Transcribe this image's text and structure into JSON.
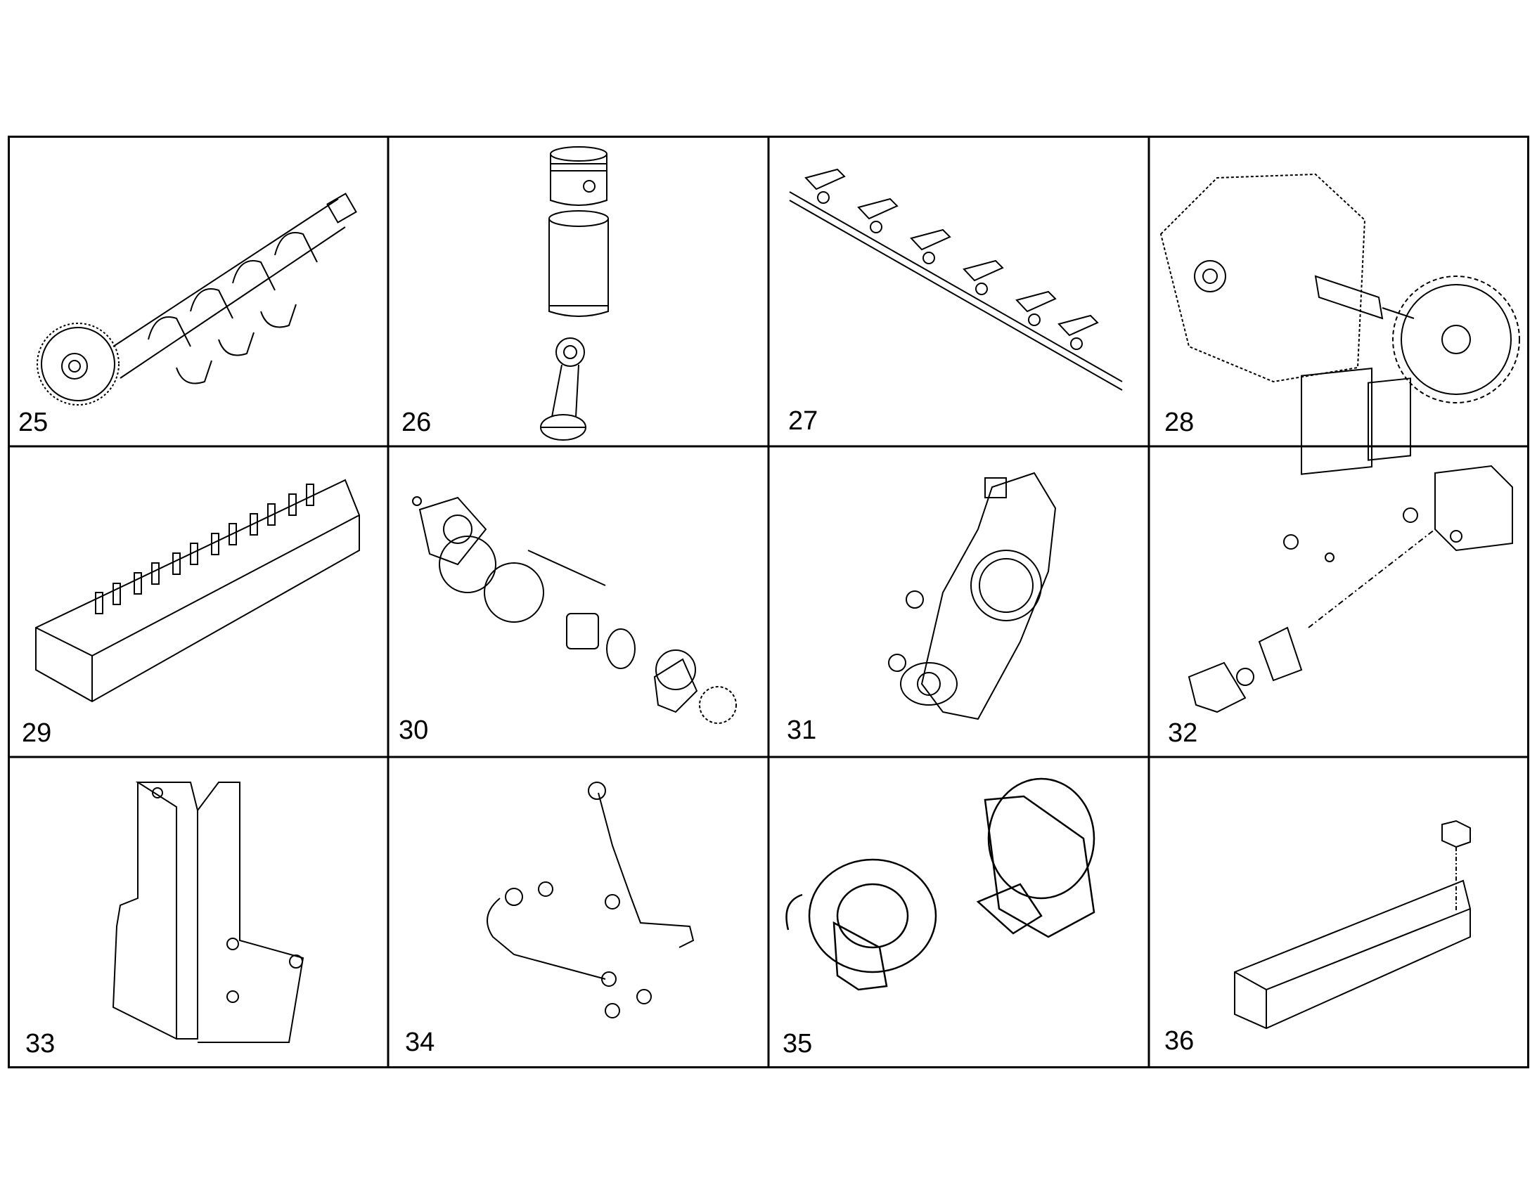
{
  "catalog": {
    "line_color": "#000000",
    "background": "#ffffff",
    "cells": [
      {
        "number": "25",
        "icon": "crankshaft-icon"
      },
      {
        "number": "26",
        "icon": "piston-liner-conrod-icon"
      },
      {
        "number": "27",
        "icon": "rocker-shaft-icon"
      },
      {
        "number": "28",
        "icon": "gear-pump-icon"
      },
      {
        "number": "29",
        "icon": "cylinder-head-valves-icon"
      },
      {
        "number": "30",
        "icon": "idler-gear-assembly-icon"
      },
      {
        "number": "31",
        "icon": "housing-icon"
      },
      {
        "number": "32",
        "icon": "oil-cooler-assembly-icon"
      },
      {
        "number": "33",
        "icon": "bracket-icon"
      },
      {
        "number": "34",
        "icon": "pipes-fittings-icon"
      },
      {
        "number": "35",
        "icon": "turbocharger-icon"
      },
      {
        "number": "36",
        "icon": "cylinder-head-plug-icon"
      }
    ]
  }
}
